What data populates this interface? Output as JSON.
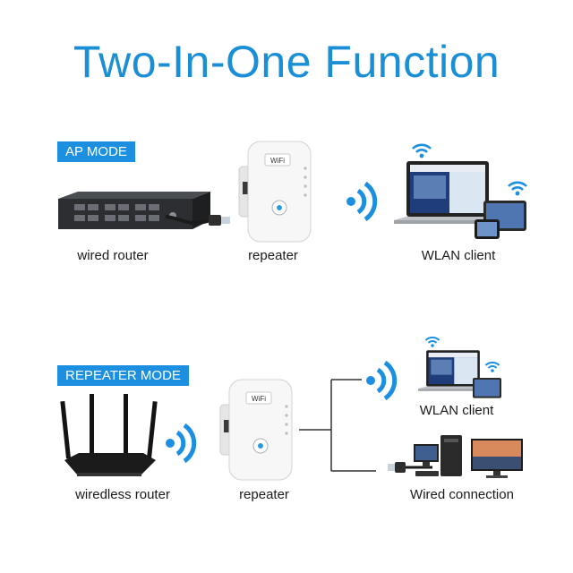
{
  "title": "Two-In-One Function",
  "ap_mode": {
    "badge": "AP MODE",
    "labels": {
      "source": "wired router",
      "middle": "repeater",
      "client": "WLAN client"
    }
  },
  "repeater_mode": {
    "badge": "REPEATER MODE",
    "labels": {
      "source": "wiredless router",
      "middle": "repeater",
      "client_wireless": "WLAN client",
      "client_wired": "Wired connection"
    }
  },
  "device_text": {
    "repeater_brand": "WiFi"
  },
  "colors": {
    "accent": "#1d8fe0",
    "title": "#1a8fd6",
    "signal": "#1d8fe0",
    "line": "#333333"
  },
  "icons": [
    "network-switch-icon",
    "ethernet-cable-icon",
    "repeater-device-icon",
    "wifi-signal-icon",
    "laptop-icon",
    "tablet-icon",
    "phone-icon",
    "router-icon",
    "desktop-computer-icon",
    "monitor-icon",
    "wifi-symbol-icon"
  ]
}
